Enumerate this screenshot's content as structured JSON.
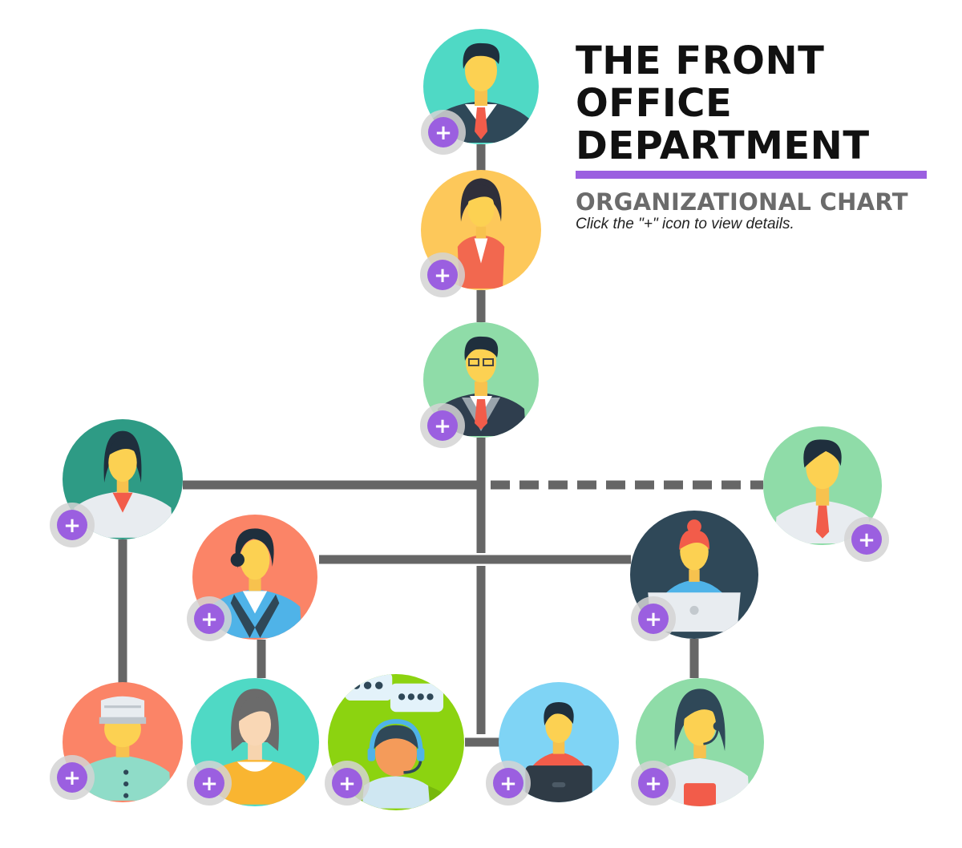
{
  "header": {
    "title_lines": [
      "THE FRONT",
      "OFFICE",
      "DEPARTMENT"
    ],
    "subtitle": "ORGANIZATIONAL CHART",
    "hint": "Click the \"+\" icon to view details."
  },
  "button_symbol": "+",
  "colors": {
    "accent": "#9b5fe0",
    "line": "#666666",
    "title": "#111111",
    "subtitle": "#6b6b6b"
  },
  "nodes": [
    {
      "id": "top-manager",
      "avatar": "man-tie",
      "bg": "#4fd9c5"
    },
    {
      "id": "second-manager",
      "avatar": "woman-blazer",
      "bg": "#fdc85a"
    },
    {
      "id": "front-office-manager",
      "avatar": "man-glasses-suit",
      "bg": "#8fdca8"
    },
    {
      "id": "left-supervisor",
      "avatar": "woman-white-coat",
      "bg": "#2e9b85"
    },
    {
      "id": "right-assistant",
      "avatar": "man-shirt-tie",
      "bg": "#8fdca8"
    },
    {
      "id": "mid-left-supervisor",
      "avatar": "woman-blue-uniform",
      "bg": "#fb8467"
    },
    {
      "id": "mid-right-supervisor",
      "avatar": "woman-laptop",
      "bg": "#2f4858"
    },
    {
      "id": "bellboy",
      "avatar": "bellboy",
      "bg": "#fb8467"
    },
    {
      "id": "receptionist",
      "avatar": "woman-yellow",
      "bg": "#4fd9c5"
    },
    {
      "id": "call-operator",
      "avatar": "headset-chat",
      "bg": "#8cd310"
    },
    {
      "id": "reservation-agent",
      "avatar": "man-computer",
      "bg": "#7fd4f5"
    },
    {
      "id": "telephone-operator",
      "avatar": "woman-headset",
      "bg": "#8fdca8"
    }
  ]
}
